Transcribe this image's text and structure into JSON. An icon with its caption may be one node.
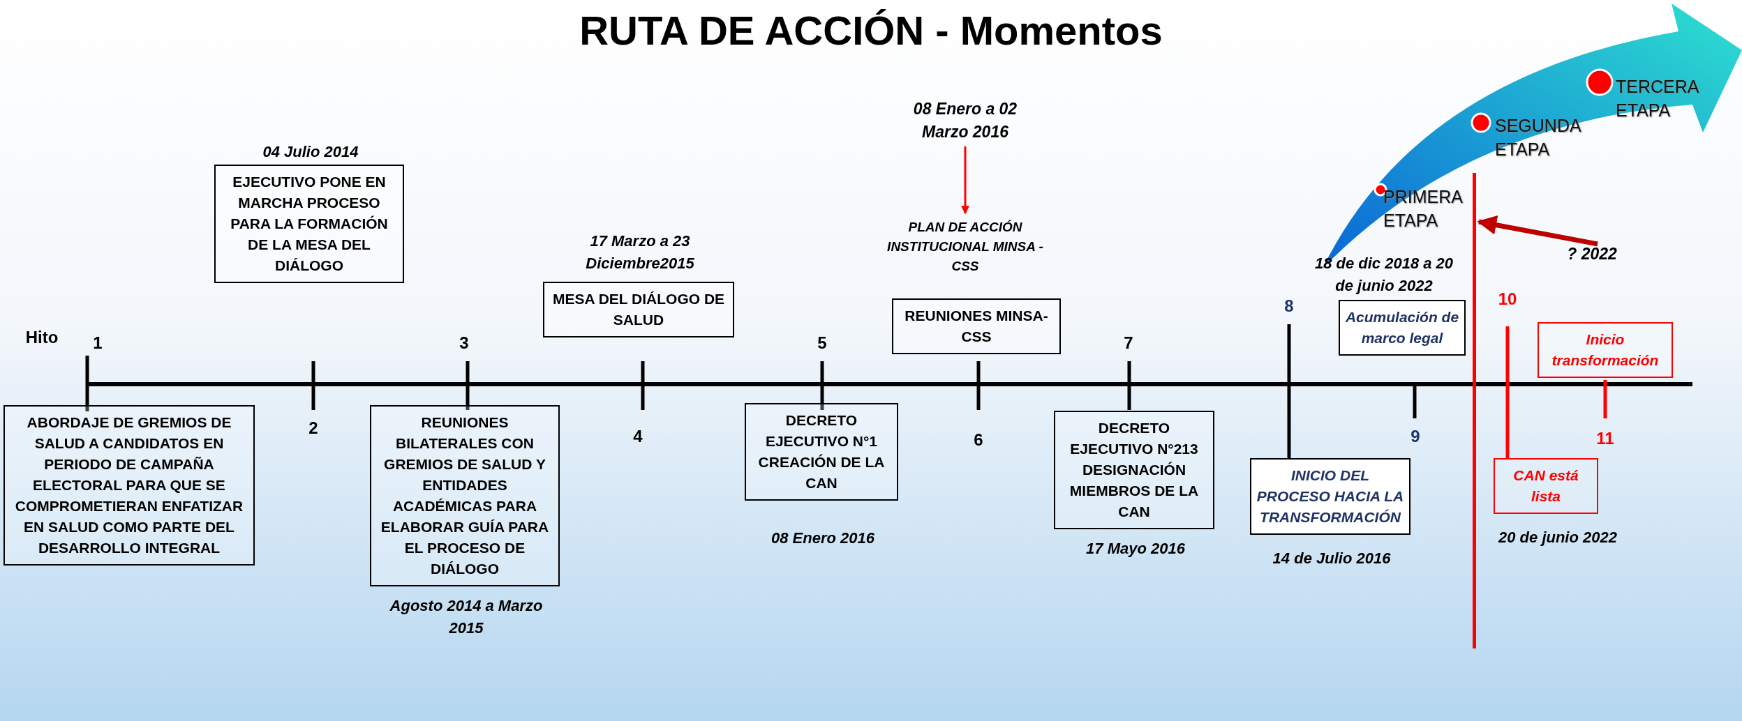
{
  "diagram": {
    "title": "RUTA DE ACCIÓN - Momentos",
    "nodes": [
      {
        "text": [
          "EJECUTIVO PONE EN MARCHA PROCESO PARA LA FORMACIÓN DE LA MESA DEL DIÁLOGO"
        ],
        "beside": [
          "04 Julio 2014"
        ]
      },
      {
        "text": [
          "MESA DEL DIÁLOGO DE SALUD"
        ],
        "beside": [
          "17 Marzo a 23 Diciembre2015"
        ]
      },
      {
        "text": [
          "08 Enero a 02 Marzo 2016"
        ]
      },
      {
        "text": [
          "PLAN DE ACCIÓN INSTITUCIONAL MINSA - CSS"
        ]
      },
      {
        "text": [
          "REUNIONES MINSA-CSS"
        ]
      },
      {
        "text": [
          "Acumulación de marco legal"
        ],
        "beside": [
          "18 de dic 2018 a 20 de junio 2022"
        ]
      },
      {
        "text": [
          "Inicio transformación"
        ]
      },
      {
        "text": [
          "ABORDAJE DE GREMIOS DE SALUD A CANDIDATOS EN PERIODO DE CAMPAÑA ELECTORAL PARA QUE SE COMPROMETIERAN ENFATIZAR EN SALUD COMO PARTE DEL DESARROLLO INTEGRAL"
        ]
      },
      {
        "text": [
          "REUNIONES BILATERALES CON GREMIOS DE SALUD Y ENTIDADES ACADÉMICAS PARA ELABORAR GUÍA PARA EL PROCESO DE DIÁLOGO"
        ],
        "beside": [
          "Agosto 2014 a Marzo 2015"
        ]
      },
      {
        "text": [
          "DECRETO EJECUTIVO N°1 CREACIÓN DE LA CAN"
        ],
        "beside": [
          "08 Enero 2016"
        ]
      },
      {
        "text": [
          "DECRETO EJECUTIVO N°213 DESIGNACIÓN MIEMBROS DE LA CAN"
        ],
        "beside": [
          "17 Mayo 2016"
        ]
      },
      {
        "text": [
          "INICIO DEL PROCESO HACIA LA TRANSFORMACIÓN"
        ],
        "beside": [
          "14 de Julio 2016"
        ]
      },
      {
        "text": [
          "CAN está lista"
        ],
        "beside": [
          "20 de junio 2022"
        ]
      },
      {
        "text": [
          "? 2022"
        ]
      },
      {
        "text": [],
        "shape": "bar"
      }
    ],
    "edges": [
      {
        "from": 2,
        "to": 3,
        "arrow": "to",
        "color": "#ff0000"
      },
      {
        "from": 13,
        "to": 14,
        "arrow": "to",
        "style": "thick",
        "color": "#c00000"
      }
    ],
    "labels": [
      "Hito",
      "1",
      "2",
      "3",
      "4",
      "5",
      "6",
      "7",
      "8",
      "9",
      "10",
      "11",
      "PRIMERA ETAPA",
      "SEGUNDA ETAPA",
      "TERCERA ETAPA"
    ]
  }
}
